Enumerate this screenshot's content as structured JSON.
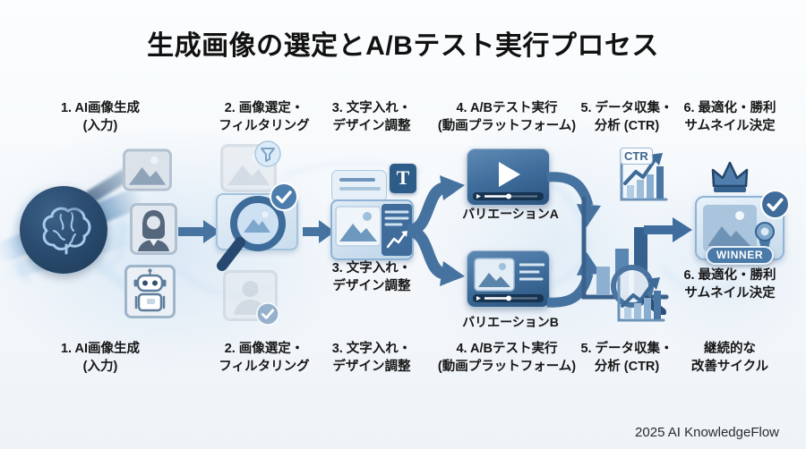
{
  "title": "生成画像の選定とA/Bテスト実行プロセス",
  "footer": "2025 AI KnowledgeFlow",
  "steps_top": [
    {
      "line1": "1. AI画像生成",
      "line2": "(入力)"
    },
    {
      "line1": "2. 画像選定・",
      "line2": "フィルタリング"
    },
    {
      "line1": "3. 文字入れ・",
      "line2": "デザイン調整"
    },
    {
      "line1": "4. A/Bテスト実行",
      "line2": "(動画プラットフォーム)"
    },
    {
      "line1": "5. データ収集・",
      "line2": "分析 (CTR)"
    },
    {
      "line1": "6. 最適化・勝利",
      "line2": "サムネイル決定"
    }
  ],
  "steps_bottom": [
    {
      "line1": "1. AI画像生成",
      "line2": "(入力)"
    },
    {
      "line1": "2. 画像選定・",
      "line2": "フィルタリング"
    },
    {
      "line1": "3. 文字入れ・",
      "line2": "デザイン調整"
    },
    {
      "line1": "4. A/Bテスト実行",
      "line2": "(動画プラットフォーム)"
    },
    {
      "line1": "5. データ収集・",
      "line2": "分析 (CTR)"
    },
    {
      "line1": "継続的な",
      "line2": "改善サイクル"
    }
  ],
  "mid_labels": {
    "step3": {
      "line1": "3. 文字入れ・",
      "line2": "デザイン調整"
    },
    "step6": {
      "line1": "6. 最適化・勝利",
      "line2": "サムネイル決定"
    }
  },
  "variations": {
    "a": "バリエーションA",
    "b": "バリエーションB"
  },
  "badges": {
    "text_tool": "T",
    "ctr": "CTR",
    "winner": "WINNER"
  },
  "icons": {
    "brain-icon": "🧠",
    "image-icon": "🖼",
    "portrait-icon": "👤",
    "robot-icon": "🤖",
    "filter-icon": "▽",
    "magnifier-icon": "🔍",
    "check-icon": "✓",
    "speech-bubble-icon": "💬",
    "play-icon": "▶",
    "bar-chart-icon": "📊",
    "trend-up-icon": "↗",
    "crown-icon": "♛",
    "award-ribbon-icon": "🎖"
  },
  "colors": {
    "navy": "#24415f",
    "blue": "#45729f",
    "light_blue": "#c8dcee",
    "card_gray": "#dbe2ea",
    "text": "#1a1a1a",
    "background": "#f7fafd",
    "white": "#ffffff"
  }
}
